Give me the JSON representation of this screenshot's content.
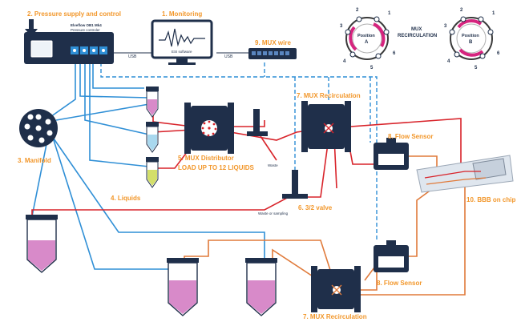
{
  "labels": {
    "pressure": "2. Pressure supply and control",
    "monitoring": "1. Monitoring",
    "mux_wire": "9. MUX wire",
    "manifold": "3. Manifold",
    "liquids": "4. Liquids",
    "distributor_1": "5. MUX Distributor",
    "distributor_2": "LOAD UP TO 12 LIQUIDS",
    "recirc_top": "7. MUX Recirculation",
    "recirc_bottom": "7. MUX Recirculation",
    "valve": "6. 3/2 valve",
    "flow_top": "8. Flow Sensor",
    "flow_bottom": "8. Flow Sensor",
    "bbb": "10. BBB on chip",
    "mux_recirc_1": "MUX",
    "mux_recirc_2": "RECIRCULATION"
  },
  "device": {
    "name": "Elveflow OB1 Mk4",
    "sub": "Pressure controler"
  },
  "small": {
    "usb_left": "USB",
    "usb_right": "USB",
    "esi": "ESI software",
    "waste": "Waste",
    "waste_sampling": "Waste or sampling"
  },
  "positions": {
    "a_title": "Position",
    "a_letter": "A",
    "b_title": "Position",
    "b_letter": "B",
    "a_ports": [
      "1",
      "2",
      "3",
      "4",
      "5",
      "6"
    ],
    "b_ports": [
      "1",
      "2",
      "3",
      "4",
      "5",
      "6"
    ]
  },
  "colors": {
    "orange": "#f2972b",
    "navy": "#1f2f4a",
    "red": "#d8232a",
    "blue": "#2f8fd6",
    "copper": "#e07a3a",
    "pink": "#d88ac9",
    "magenta": "#d6247e"
  }
}
